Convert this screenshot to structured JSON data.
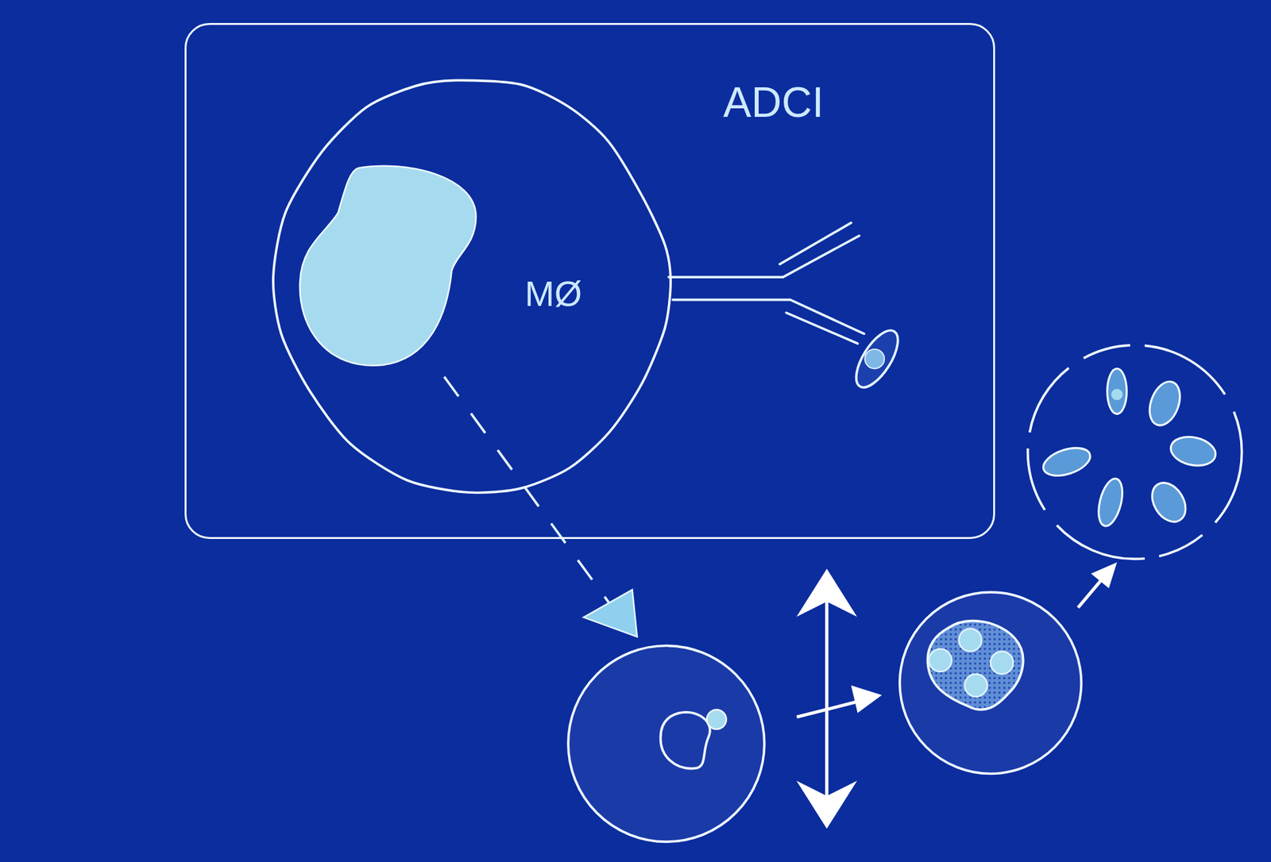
{
  "diagram": {
    "nodes": [
      {
        "text": [
          "ADCI"
        ]
      },
      {
        "text": [
          "MØ"
        ],
        "in": 0
      }
    ]
  }
}
